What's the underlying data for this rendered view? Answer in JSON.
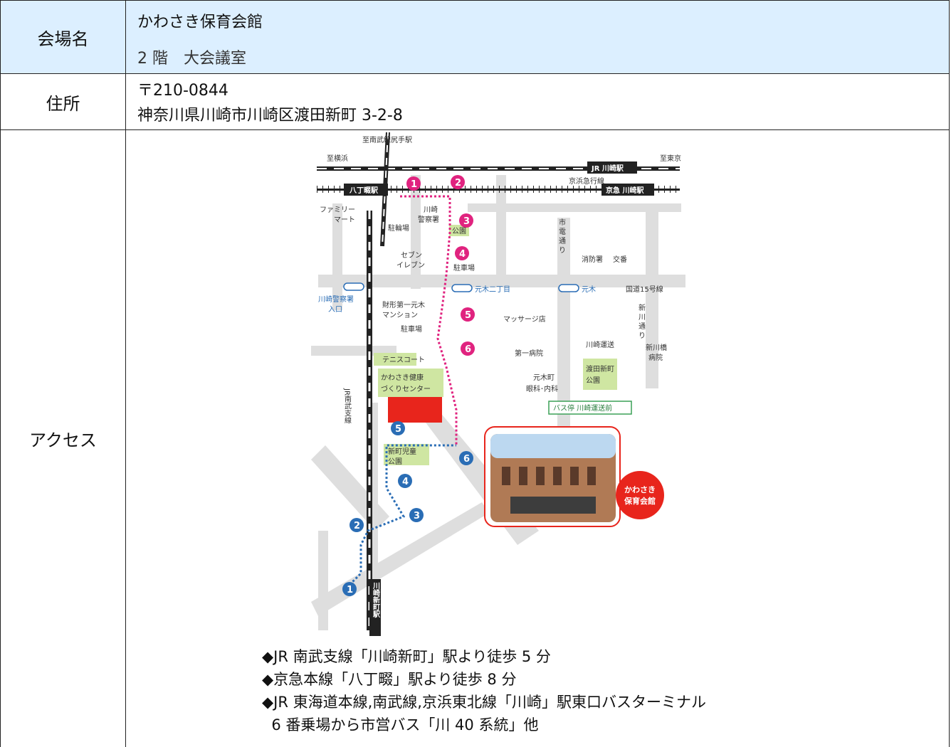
{
  "venue": {
    "label": "会場名",
    "name": "かわさき保育会館",
    "room": "2 階　大会議室"
  },
  "address": {
    "label": "住所",
    "postal": "〒210-0844",
    "line": "神奈川県川崎市川崎区渡田新町 3-2-8"
  },
  "access": {
    "label": "アクセス",
    "map": {
      "to_nambu_shiriate": "至南武線尻手駅",
      "to_yokohama": "至横浜",
      "to_tokyo": "至東京",
      "jr_kawasaki": "JR 川崎駅",
      "keikyu_line": "京浜急行線",
      "hatchonawate": "八丁畷駅",
      "keikyu_kawasaki": "京急 川崎駅",
      "family_mart_1": "ファミリー",
      "family_mart_2": "マート",
      "kawasaki_police_1": "川崎",
      "kawasaki_police_2": "警察署",
      "bike_parking": "駐輪場",
      "shiden_1": "市",
      "shiden_2": "電",
      "shiden_3": "通",
      "shiden_4": "り",
      "park": "公園",
      "seven_1": "セブン",
      "seven_2": "イレブン",
      "parking": "駐車場",
      "fire_station": "消防署",
      "koban": "交番",
      "police_entrance_1": "川崎警察署",
      "police_entrance_2": "入口",
      "motoki_2": "元木二丁目",
      "motoki": "元木",
      "route15": "国道15号線",
      "mansion_1": "財形第一元木",
      "mansion_2": "マンション",
      "parking2": "駐車場",
      "massage": "マッサージ店",
      "shinkawa_1": "新",
      "shinkawa_2": "川",
      "shinkawa_3": "通",
      "shinkawa_4": "り",
      "kawasaki_unso": "川崎運送",
      "hospital_1": "第一病院",
      "shinkawabashi_1": "新川橋",
      "shinkawabashi_2": "病院",
      "tennis": "テニスコート",
      "kenko_1": "かわさき健康",
      "kenko_2": "づくりセンター",
      "watarida_park_1": "渡田新町",
      "watarida_park_2": "公園",
      "motokicho_1": "元木町",
      "motokicho_2": "眼科･内科",
      "bus_stop": "バス停 川崎運送前",
      "jr_nambu_v": "JR南武支線",
      "shinmachi_park_1": "新町児童",
      "shinmachi_park_2": "公園",
      "hall_name_1": "かわさき",
      "hall_name_2": "保育会館",
      "kawasaki_shinmachi_v": "川崎新町駅"
    },
    "notes": [
      "◆JR 南武支線「川崎新町」駅より徒歩 5 分",
      "◆京急本線「八丁畷」駅より徒歩 8 分",
      "◆JR 東海道本線,南武線,京浜東北線「川崎」駅東口バスターミナル",
      "  6 番乗場から市営バス「川 40 系統」他"
    ]
  },
  "colors": {
    "header_bg": "#dcefff",
    "pink_route": "#e0237f",
    "blue_route": "#2a6db5",
    "road": "#d9d9d9",
    "green_box": "#cfe6a2",
    "building_red": "#e8251c"
  }
}
